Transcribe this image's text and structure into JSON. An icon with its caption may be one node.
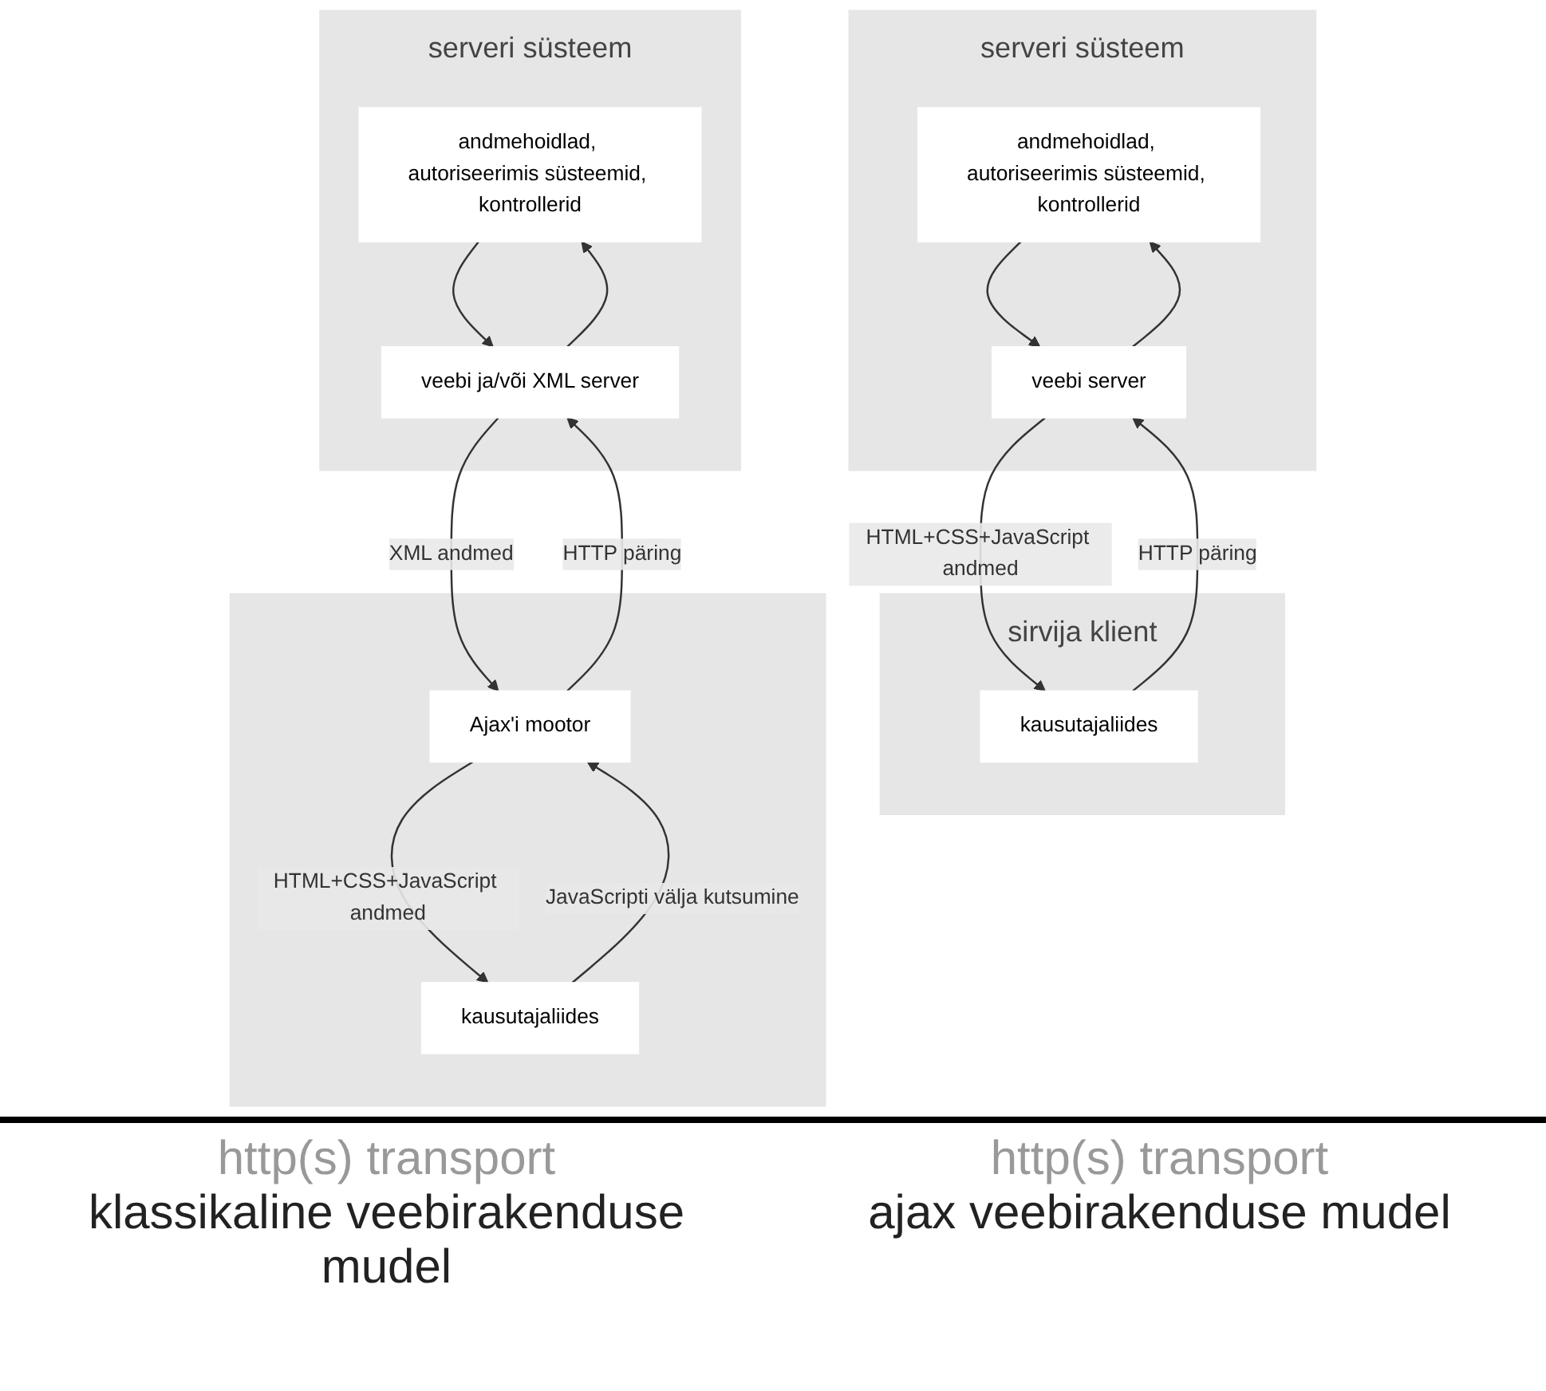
{
  "diagram": {
    "nodes": [
      {
        "text": [
          "serveri süsteem"
        ]
      },
      {
        "text": [
          "andmehoidlad, autoriseerimis süsteemid, kontrollerid"
        ],
        "in": 0
      },
      {
        "text": [
          "veebi server"
        ],
        "in": 0
      },
      {
        "text": [
          "sirvija klient"
        ]
      },
      {
        "text": [
          "kausutajaliides"
        ],
        "in": 3
      },
      {
        "text": [
          "serveri süsteem"
        ]
      },
      {
        "text": [
          "andmehoidlad, autoriseerimis süsteemid, kontrollerid"
        ],
        "in": 5
      },
      {
        "text": [
          "veebi ja/või XML server"
        ],
        "in": 5
      },
      {
        "text": [],
        "shape": "box"
      },
      {
        "text": [
          "Ajax'i mootor"
        ],
        "in": 8
      },
      {
        "text": [
          "kausutajaliides"
        ],
        "in": 8
      }
    ],
    "edges": [
      {
        "from": 2,
        "to": 1,
        "arrow": "to"
      },
      {
        "from": 1,
        "to": 2,
        "arrow": "to"
      },
      {
        "from": 4,
        "to": 2,
        "arrow": "to",
        "label": "HTTP päring"
      },
      {
        "from": 2,
        "to": 4,
        "arrow": "to",
        "label": "HTML+CSS+JavaScript andmed"
      },
      {
        "from": 7,
        "to": 6,
        "arrow": "to"
      },
      {
        "from": 6,
        "to": 7,
        "arrow": "to"
      },
      {
        "from": 9,
        "to": 7,
        "arrow": "to",
        "label": "HTTP päring"
      },
      {
        "from": 7,
        "to": 9,
        "arrow": "to",
        "label": "XML andmed"
      },
      {
        "from": 10,
        "to": 9,
        "arrow": "to",
        "label": "JavaScripti välja kutsumine"
      },
      {
        "from": 9,
        "to": 10,
        "arrow": "to",
        "label": "HTML+CSS+JavaScript andmed"
      }
    ],
    "labels": [
      "http(s) transport",
      "http(s) transport",
      "klassikaline veebirakenduse mudel",
      "ajax veebirakenduse mudel"
    ]
  }
}
